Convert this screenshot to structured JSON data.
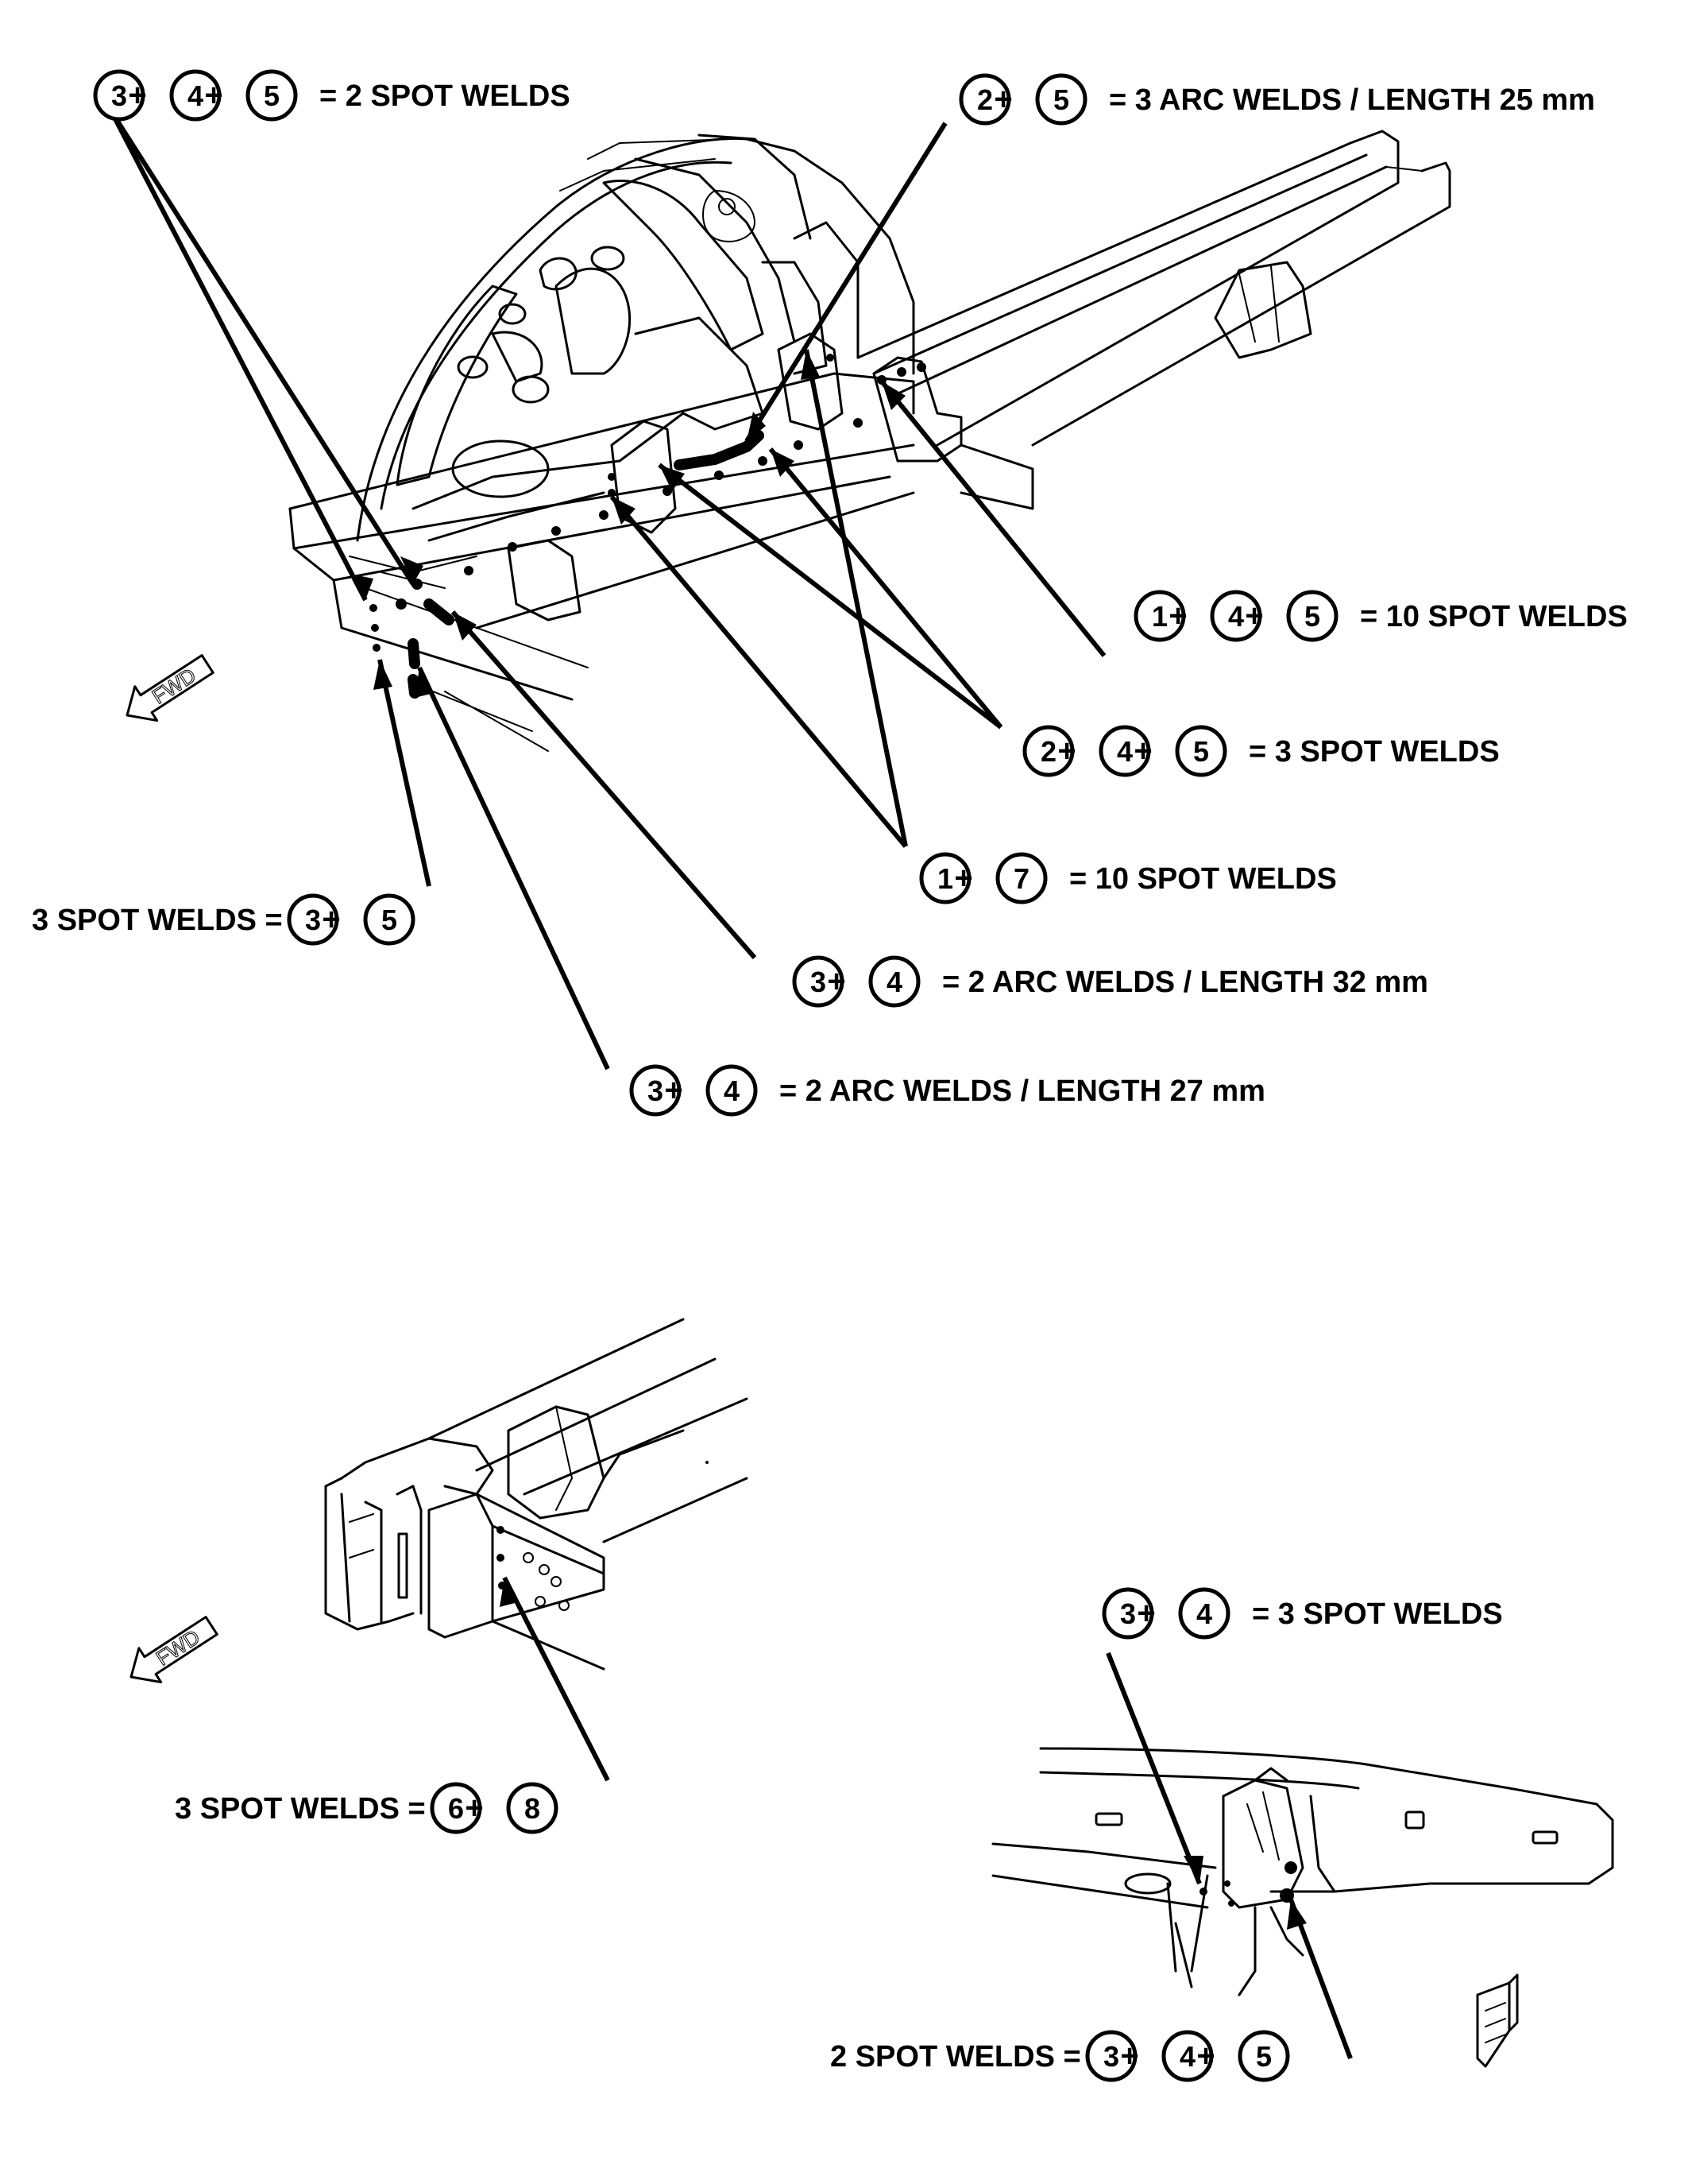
{
  "callouts": [
    {
      "parts": [
        "3",
        "4",
        "5"
      ],
      "text": "= 2 SPOT WELDS"
    },
    {
      "parts": [
        "2",
        "5"
      ],
      "text": "= 3 ARC WELDS / LENGTH 25 mm"
    },
    {
      "parts": [
        "1",
        "4",
        "5"
      ],
      "text": "= 10 SPOT WELDS"
    },
    {
      "parts": [
        "2",
        "4",
        "5"
      ],
      "text": "= 3 SPOT WELDS"
    },
    {
      "parts": [
        "1",
        "7"
      ],
      "text": "= 10 SPOT WELDS"
    },
    {
      "parts": [
        "3",
        "5"
      ],
      "text": "3 SPOT WELDS =",
      "text_before": true
    },
    {
      "parts": [
        "3",
        "4"
      ],
      "text": "= 2 ARC WELDS / LENGTH 32 mm"
    },
    {
      "parts": [
        "3",
        "4"
      ],
      "text": "= 2 ARC WELDS / LENGTH 27 mm"
    },
    {
      "parts": [
        "6",
        "8"
      ],
      "text": "3 SPOT WELDS =",
      "text_before": true
    },
    {
      "parts": [
        "3",
        "4"
      ],
      "text": "= 3 SPOT WELDS"
    },
    {
      "parts": [
        "3",
        "4",
        "5"
      ],
      "text": "2 SPOT WELDS =",
      "text_before": true
    }
  ],
  "plus_sign": "+",
  "direction_labels": {
    "top_left": "FWD",
    "lower_left": "FWD"
  }
}
